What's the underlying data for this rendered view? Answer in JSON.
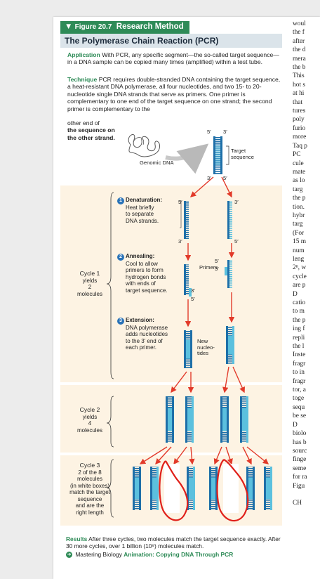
{
  "figure": {
    "number": "Figure 20.7",
    "section": "Research Method",
    "title": "The Polymerase Chain Reaction (PCR)"
  },
  "application": {
    "label": "Application",
    "text": "With PCR, any specific segment—the so-called target sequence—in a DNA sample can be copied many times (amplified) within a test tube."
  },
  "technique": {
    "label": "Technique",
    "text": "PCR requires double-stranded DNA containing the target sequence, a heat-resistant DNA polymerase, all four nucleotides, and two 15- to 20-nucleotide single DNA strands that serve as primers. One primer is complementary to one end of the target sequence on one strand; the second primer is complementary to the",
    "cont_1": "other end of",
    "cont_2": "the sequence on",
    "cont_3": "the other strand."
  },
  "labels": {
    "genomic_dna": "Genomic DNA",
    "target_1": "Target",
    "target_2": "sequence",
    "primers": "Primers",
    "new_1": "New",
    "new_2": "nucleo-",
    "new_3": "tides",
    "five_prime": "5′",
    "three_prime": "3′"
  },
  "steps": [
    {
      "num": "1",
      "title": "Denaturation:",
      "lines": [
        "Heat briefly",
        "to separate",
        "DNA strands."
      ]
    },
    {
      "num": "2",
      "title": "Annealing:",
      "lines": [
        "Cool to allow",
        "primers to form",
        "hydrogen bonds",
        "with ends of",
        "target sequence."
      ]
    },
    {
      "num": "3",
      "title": "Extension:",
      "lines": [
        "DNA polymerase",
        "adds nucleotides",
        "to the 3′ end of",
        "each primer."
      ]
    }
  ],
  "cycles": [
    {
      "title": "Cycle 1",
      "lines": [
        "yields",
        "2",
        "molecules"
      ]
    },
    {
      "title": "Cycle 2",
      "lines": [
        "yields",
        "4",
        "molecules"
      ]
    },
    {
      "title": "Cycle 3",
      "lines": [
        "2 of the 8",
        "molecules",
        "(in white boxes)",
        "match the target",
        "sequence",
        "and are the",
        "right length"
      ]
    }
  ],
  "results": {
    "label": "Results",
    "text": "After three cycles, two molecules match the target sequence exactly. After 30 more cycles, over 1 billion (10⁹) molecules match."
  },
  "mastering": {
    "text": "Mastering Biology",
    "animation": "Animation: Copying DNA Through PCR"
  },
  "side_column": [
    "woul",
    "the f",
    "after",
    "the d",
    "mera",
    "the b",
    "This",
    "hot s",
    "at hi",
    "that",
    "tures",
    "poly",
    "furio",
    "more",
    "Taq p",
    "PC",
    "cule",
    "mate",
    "as lo",
    "targ",
    "the p",
    "tion.",
    "hybr",
    "targ",
    "(For",
    "15 m",
    "num",
    "leng",
    "2ⁿ, w",
    "cycle",
    "are p",
    "D",
    "catio",
    "to m",
    "the p",
    "ing f",
    "repli",
    "the l",
    "Inste",
    "fragr",
    "to in",
    "fragr",
    "tor, a",
    "toge",
    "sequ",
    "be se",
    "D",
    "biolo",
    "has b",
    "sourc",
    "finge",
    "seme",
    "for ra",
    "Figu",
    "",
    "CH"
  ],
  "colors": {
    "accent": "#2e8b57",
    "strand_dark": "#1e6fa8",
    "strand_light": "#5bc0de",
    "cycle_bg": "#fdf3e3",
    "arrow": "#e23a2a",
    "annotation": "#e0201a"
  }
}
